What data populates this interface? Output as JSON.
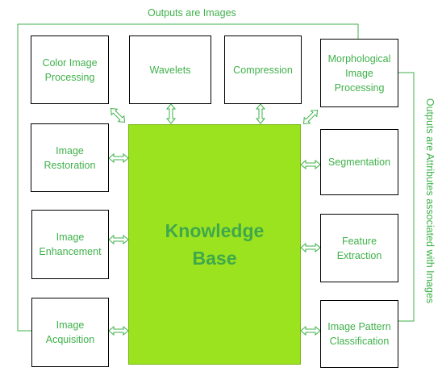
{
  "top_label": "Outputs are Images",
  "right_label": "Outputs are Attributes associated with Images",
  "knowledge_base": {
    "line1": "Knowledge",
    "line2": "Base"
  },
  "boxes": {
    "color_image_processing": [
      "Color Image",
      "Processing"
    ],
    "wavelets": [
      "Wavelets"
    ],
    "compression": [
      "Compression"
    ],
    "morphological_image_processing": [
      "Morphological",
      "Image",
      "Processing"
    ],
    "image_restoration": [
      "Image",
      "Restoration"
    ],
    "image_enhancement": [
      "Image",
      "Enhancement"
    ],
    "image_acquisition": [
      "Image",
      "Acquisition"
    ],
    "segmentation": [
      "Segmentation"
    ],
    "feature_extraction": [
      "Feature",
      "Extraction"
    ],
    "image_pattern_classification": [
      "Image Pattern",
      "Classification"
    ]
  },
  "colors": {
    "text": "#3fb14a",
    "knowledge_base_fill": "#9be21f",
    "connector": "#3fb14a",
    "box_border": "#000000"
  }
}
